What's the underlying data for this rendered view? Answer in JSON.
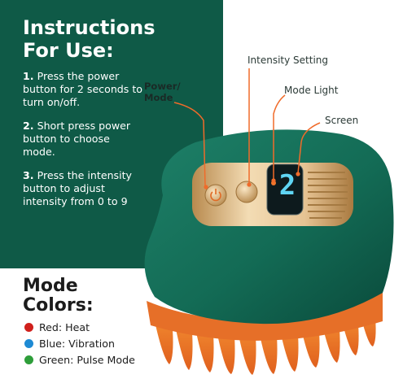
{
  "instructions": {
    "title_line1": "Instructions",
    "title_line2": "For Use:",
    "steps": [
      {
        "num": "1.",
        "text": "Press the power button for 2 seconds to turn on/off."
      },
      {
        "num": "2.",
        "text": "Short press power button to choose mode."
      },
      {
        "num": "3.",
        "text": "Press the intensity button to adjust intensity from 0 to 9"
      }
    ]
  },
  "callouts": {
    "power_line1": "Power/",
    "power_line2": "Mode",
    "intensity": "Intensity Setting",
    "mode_light": "Mode Light",
    "screen": "Screen"
  },
  "screen_digit": "2",
  "mode_colors": {
    "title_line1": "Mode",
    "title_line2": "Colors:",
    "items": [
      {
        "label": "Red: Heat",
        "color": "#d0201c"
      },
      {
        "label": "Blue: Vibration",
        "color": "#1e8ad4"
      },
      {
        "label": "Green: Pulse Mode",
        "color": "#2e9e3a"
      }
    ]
  },
  "colors": {
    "panel_green": "#0f5a47",
    "device_green": "#136b55",
    "accent_orange": "#e0702a",
    "gold": "#caa46a"
  }
}
